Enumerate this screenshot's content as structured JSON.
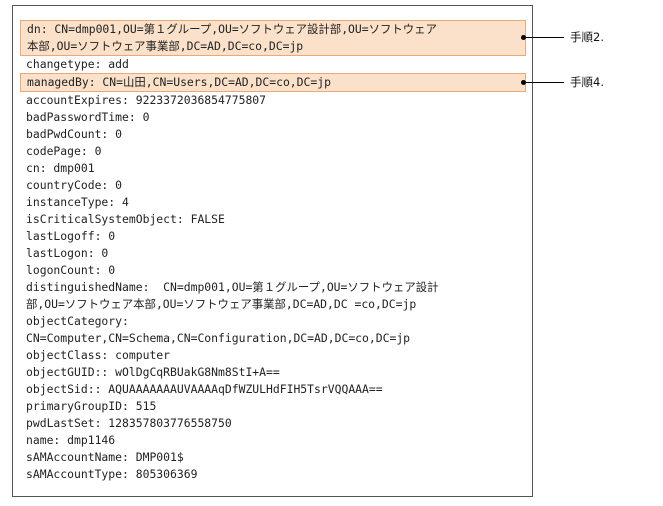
{
  "ldif": {
    "block1": {
      "line1": "dn: CN=dmp001,OU=第１グループ,OU=ソフトウェア設計部,OU=ソフトウェア",
      "line2": "本部,OU=ソフトウェア事業部,DC=AD,DC=co,DC=jp"
    },
    "changetype": "changetype: add",
    "block2": {
      "line1": "managedBy: CN=山田,CN=Users,DC=AD,DC=co,DC=jp"
    },
    "attrs": [
      "accountExpires: 9223372036854775807",
      "badPasswordTime: 0",
      "badPwdCount: 0",
      "codePage: 0",
      "cn: dmp001",
      "countryCode: 0",
      "instanceType: 4",
      "isCriticalSystemObject: FALSE",
      "lastLogoff: 0",
      "lastLogon: 0",
      "logonCount: 0",
      "distinguishedName:  CN=dmp001,OU=第１グループ,OU=ソフトウェア設計",
      "部,OU=ソフトウェア本部,OU=ソフトウェア事業部,DC=AD,DC =co,DC=jp",
      "objectCategory:",
      "CN=Computer,CN=Schema,CN=Configuration,DC=AD,DC=co,DC=jp",
      "objectClass: computer",
      "objectGUID:: wOlDgCqRBUakG8Nm8StI+A==",
      "objectSid:: AQUAAAAAAAUVAAAAqDfWZULHdFIH5TsrVQQAAA==",
      "primaryGroupID: 515",
      "pwdLastSet: 128357803776558750",
      "name: dmp1146",
      "sAMAccountName: DMP001$",
      "sAMAccountType: 805306369"
    ]
  },
  "callouts": {
    "step2": "手順2.",
    "step4": "手順4."
  }
}
